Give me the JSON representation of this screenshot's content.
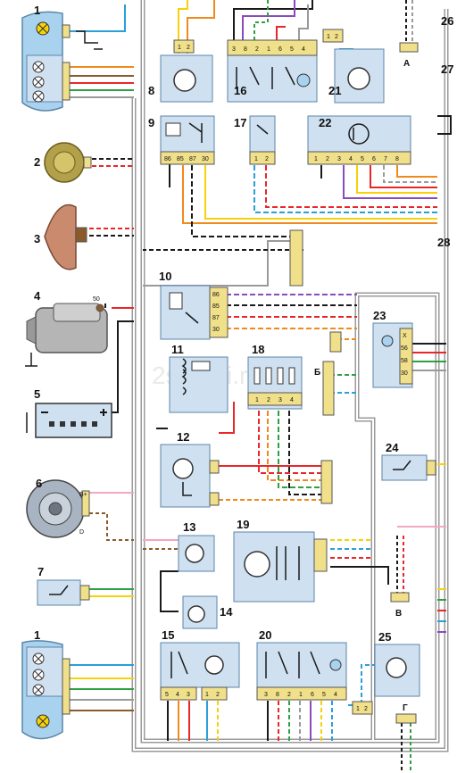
{
  "watermark": "2shemi.ru",
  "components": {
    "c1_top": "1",
    "c2": "2",
    "c3": "3",
    "c4": "4",
    "c5": "5",
    "c6": "6",
    "c7": "7",
    "c1_bottom": "1",
    "c8": "8",
    "c9": "9",
    "c10": "10",
    "c11": "11",
    "c12": "12",
    "c13": "13",
    "c14": "14",
    "c15": "15",
    "c16": "16",
    "c17": "17",
    "c18": "18",
    "c19": "19",
    "c20": "20",
    "c21": "21",
    "c22": "22",
    "c23": "23",
    "c24": "24",
    "c25": "25",
    "c26": "26",
    "c27": "27",
    "c28": "28"
  },
  "letters": {
    "A": "А",
    "B": "Б",
    "V": "В",
    "G": "Г"
  },
  "pins": {
    "p8": [
      "1",
      "2"
    ],
    "p16": [
      "3",
      "8",
      "2",
      "1",
      "6",
      "5",
      "4"
    ],
    "p21": [
      "1",
      "2"
    ],
    "p9": [
      "86",
      "85",
      "87",
      "30"
    ],
    "p17": [
      "1",
      "2"
    ],
    "p22": [
      "1",
      "2",
      "3",
      "4",
      "5",
      "6",
      "7",
      "8"
    ],
    "p10": [
      "86",
      "85",
      "87",
      "30"
    ],
    "p23": [
      "X",
      "56",
      "58",
      "30"
    ],
    "p18": [
      "1",
      "2",
      "3",
      "4"
    ],
    "p15": [
      "5",
      "4",
      "3",
      "1",
      "2"
    ],
    "p20": [
      "3",
      "8",
      "2",
      "1",
      "6",
      "5",
      "4"
    ],
    "p25_bottom": [
      "1",
      "2"
    ],
    "starter_50": "50",
    "alt_bplus": "B+",
    "alt_d": "D"
  },
  "colors": {
    "red": "#e8272a",
    "black": "#1a1a1a",
    "white": "#ffffff",
    "yellow": "#f5d20a",
    "blue": "#2a9fd8",
    "green": "#2ea043",
    "orange": "#f08a1c",
    "pink": "#f2a7c3",
    "brown": "#8b5a2b",
    "gray": "#9a9a9a",
    "violet": "#8a4bbf",
    "connector": "#f1e08a",
    "block": "#cfe0f1",
    "headlight": "#a9d2ef"
  }
}
